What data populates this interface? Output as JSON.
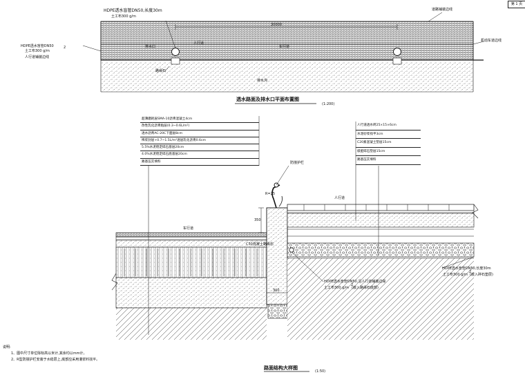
{
  "page_no": "第 1 页",
  "plan": {
    "title": "透水路面及排水口平面布置图",
    "scale": "(1:200)",
    "dimension": "30000",
    "label_top": "HDPE透水盲管DN50,长度30m",
    "label_top_sub": "土工布300 g/m",
    "label_left_1": "HDPE透水盲管DN50",
    "label_left_2": "土工布300 g/m",
    "label_left_3": "人行道铺装边线",
    "label_right_top": "道路铺装边线",
    "label_right_mid": "机动车道边线",
    "label_drain": "排水口",
    "label_curb": "路缘石",
    "label_sidewalk": "人行道",
    "label_lane": "车行道",
    "label_ditch": "排水沟",
    "sq_suffix": "2"
  },
  "section": {
    "title": "路面结构大样图",
    "scale": "(1:50)",
    "layers_left": [
      "超薄磨耗层SMA-10沥青混凝土4cm",
      "改性乳化沥青粘层(0.3~0.6L/m²)",
      "透水沥青AC-20C下面层8cm",
      "稀浆封层+0.7~1.5L/m²透层乳化沥青0.6cm",
      "5.5%水泥稳定碎石基层20cm",
      "4.0%水泥稳定碎石底基层20cm",
      "路基压实填料"
    ],
    "layers_right": [
      "人行道透水砖25×15×6cm",
      "水泥砂浆找平3cm",
      "C20素混凝土垫层15cm",
      "级配碎石垫层15cm",
      "路基压实填料"
    ],
    "label_guardrail": "防撞护栏",
    "label_sidewalk": "人行道",
    "label_lane": "车行道",
    "label_curb": "C30混凝土路缘石",
    "label_pipe_mid_1": "HDPE透水盲管DN50,沿人行道铺装边缘",
    "label_pipe_mid_2": "土工布300 g/m",
    "label_pipe_mid_3": "(嵌入路缘石底部)",
    "label_pipe_right_1": "HDPE透水盲管DN50,长度30m",
    "label_pipe_right_2": "土工布300 g/m",
    "label_pipe_right_3": "(嵌入碎石垫层)",
    "dim_depth": "350",
    "dim_width": "300",
    "dim_label_r": "R=25",
    "sq_suffix": "2"
  },
  "notes": {
    "heading": "说明:",
    "items": [
      "1、图中尺寸单位除标高以米计,其余均以mm计。",
      "2、R型防撞护栏安装于水稳层上,底部应采用灌浆料找平。"
    ]
  }
}
